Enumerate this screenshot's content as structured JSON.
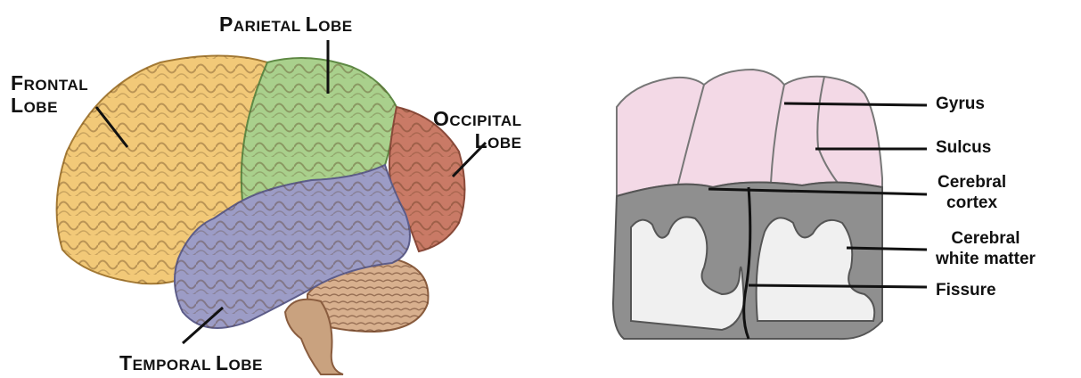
{
  "brain_diagram": {
    "lobes": {
      "parietal": "Parietal Lobe",
      "frontal_line1": "Frontal",
      "frontal_line2": "Lobe",
      "occipital_line1": "Occipital",
      "occipital_line2": "Lobe",
      "temporal": "Temporal Lobe"
    },
    "colors": {
      "frontal": "#f2c978",
      "parietal": "#a9d08c",
      "occipital": "#c97a66",
      "temporal": "#9c9cc6",
      "cerebellum": "#d8b08e"
    }
  },
  "cortex_diagram": {
    "labels": {
      "gyrus": "Gyrus",
      "sulcus": "Sulcus",
      "cortex_line1": "Cerebral",
      "cortex_line2": "cortex",
      "white_line1": "Cerebral",
      "white_line2": "white matter",
      "fissure": "Fissure"
    },
    "colors": {
      "surface": "#f3d9e6",
      "gray_matter": "#8f8f8f",
      "white_matter": "#f0f0f0"
    }
  }
}
